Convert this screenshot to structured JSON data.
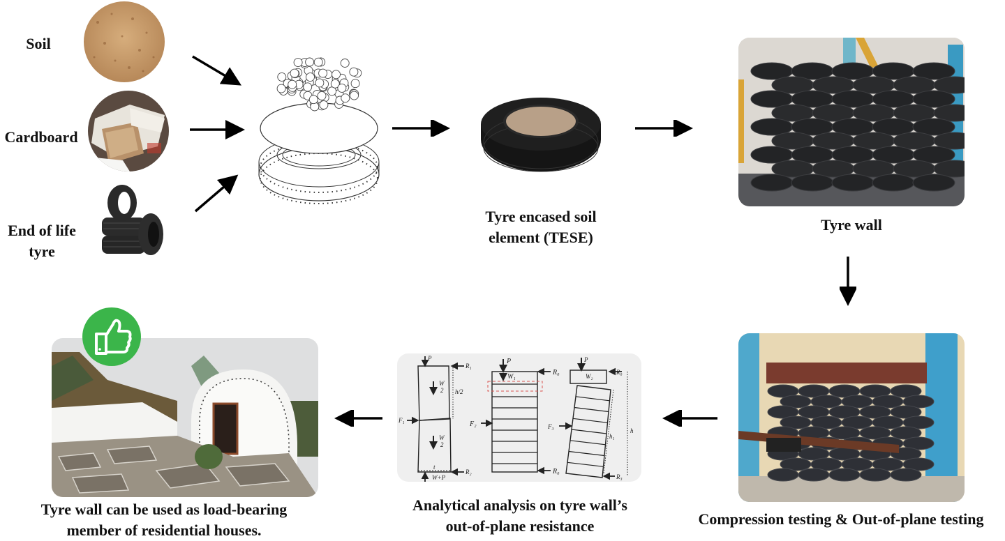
{
  "inputs": {
    "soil": {
      "label": "Soil",
      "icon": "soil-photo"
    },
    "cardboard": {
      "label": "Cardboard",
      "icon": "cardboard-photo"
    },
    "tyre": {
      "label_line1": "End of life",
      "label_line2": "tyre",
      "icon": "tyre-stack-photo"
    }
  },
  "steps": {
    "assembly": {
      "icon": "tyre-assembly-sketch"
    },
    "tese": {
      "label_line1": "Tyre encased soil",
      "label_line2": "element (TESE)"
    },
    "tyre_wall": {
      "label": "Tyre wall"
    },
    "testing": {
      "label": "Compression testing & Out-of-plane testing"
    },
    "analysis": {
      "label_line1": "Analytical analysis on tyre wall’s",
      "label_line2": "out-of-plane resistance",
      "diagram_labels": {
        "p1": "P",
        "w2_top": "W",
        "w2_den": "2",
        "f1": "F₁",
        "r1": "R₁",
        "r2": "R₂",
        "h2": "h/2",
        "wp": "W+P",
        "t": "t",
        "p2": "P",
        "w_b": "W₁",
        "f2": "F₂",
        "ra": "R₀",
        "rb": "R₀",
        "p3": "P",
        "w3": "W₂",
        "f3": "F₃",
        "rc": "R₀",
        "rd": "R₃",
        "h3": "h₁",
        "h4": "h"
      }
    },
    "house": {
      "label_line1": "Tyre wall can be used as load-bearing",
      "label_line2": "member of residential houses.",
      "badge": "thumbs-up"
    }
  },
  "colors": {
    "arrow": "#000000",
    "badge_green": "#3bb54a",
    "soil": "#c49a6c",
    "tyre_black": "#1c1c1c",
    "tese_fill": "#b8a088",
    "panel_grey": "#efefef",
    "steel_blue": "#3a9ac2"
  }
}
